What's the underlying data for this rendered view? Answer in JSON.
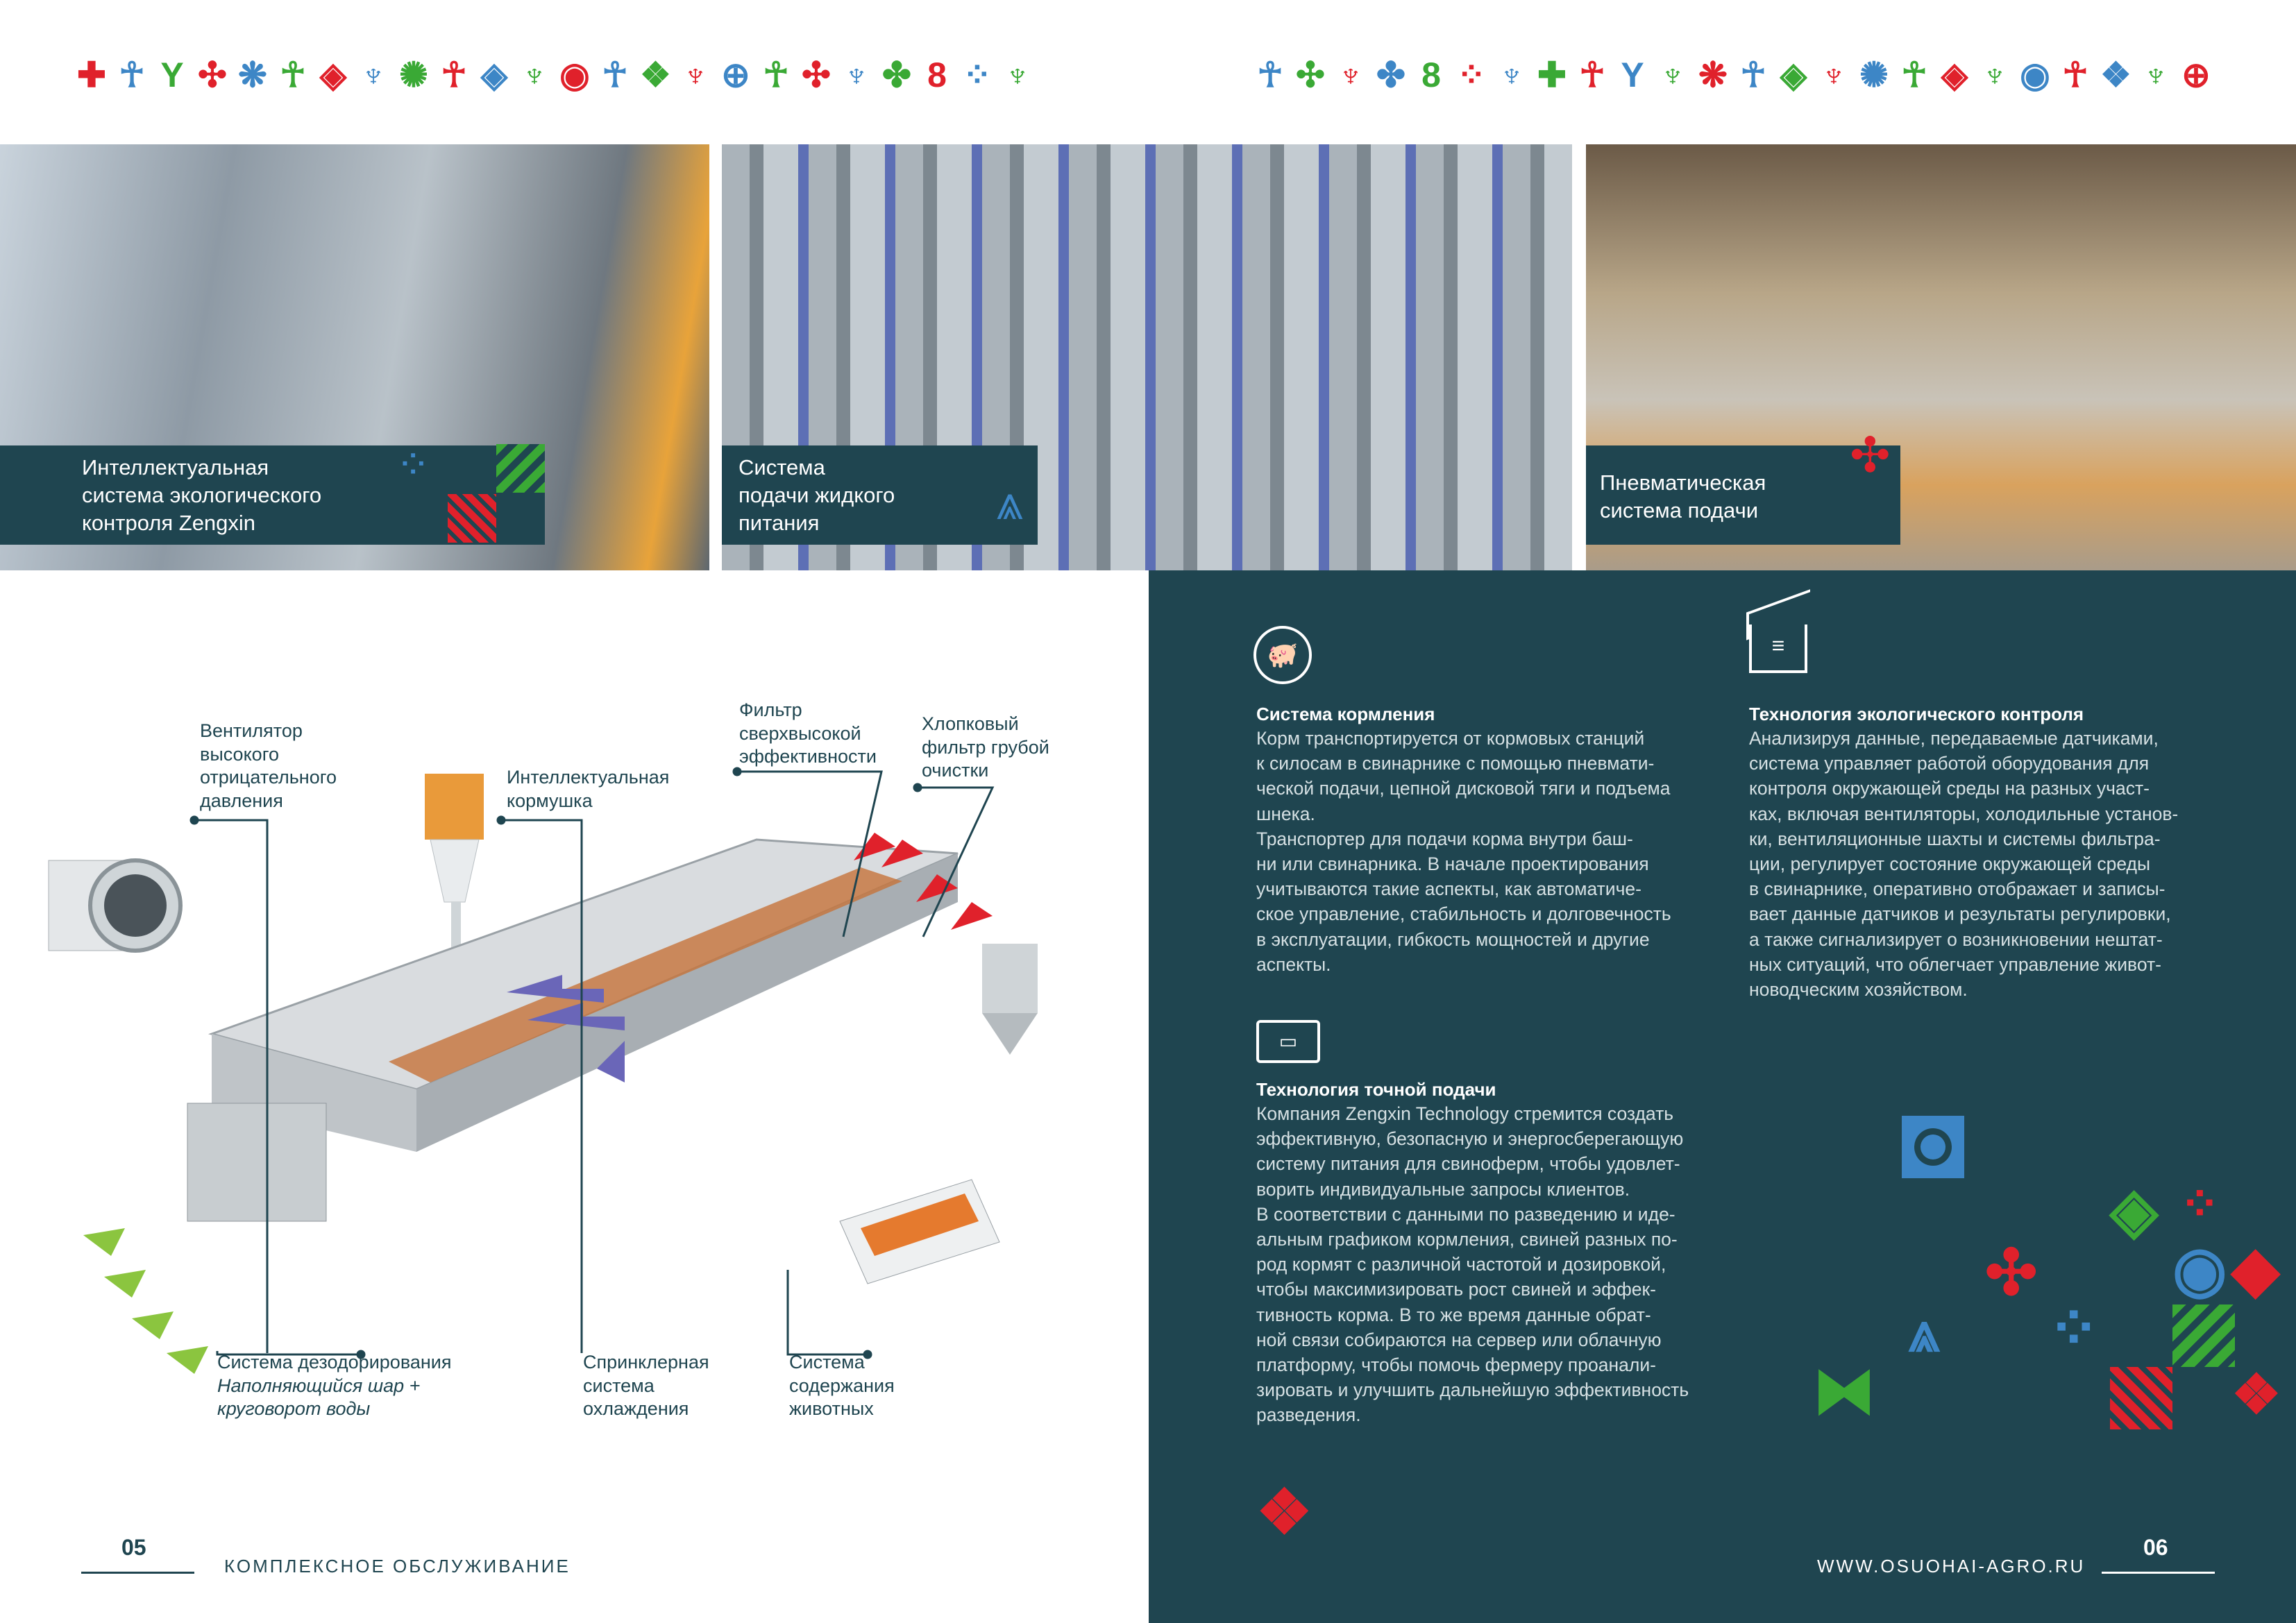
{
  "ornaments": {
    "left": [
      {
        "g": "✚",
        "c": "#e0212b"
      },
      {
        "g": "☥",
        "c": "#3d86c6"
      },
      {
        "g": "Y",
        "c": "#3aa935"
      },
      {
        "g": "✣",
        "c": "#e0212b"
      },
      {
        "g": "❋",
        "c": "#3d86c6"
      },
      {
        "g": "☥",
        "c": "#3aa935"
      },
      {
        "g": "◈",
        "c": "#e0212b"
      },
      {
        "g": "♆",
        "c": "#3d86c6"
      },
      {
        "g": "✺",
        "c": "#3aa935"
      },
      {
        "g": "☥",
        "c": "#e0212b"
      },
      {
        "g": "◈",
        "c": "#3d86c6"
      },
      {
        "g": "♆",
        "c": "#3aa935"
      },
      {
        "g": "◉",
        "c": "#e0212b"
      },
      {
        "g": "☥",
        "c": "#3d86c6"
      },
      {
        "g": "❖",
        "c": "#3aa935"
      },
      {
        "g": "♆",
        "c": "#e0212b"
      },
      {
        "g": "⊕",
        "c": "#3d86c6"
      },
      {
        "g": "☥",
        "c": "#3aa935"
      },
      {
        "g": "✣",
        "c": "#e0212b"
      },
      {
        "g": "♆",
        "c": "#3d86c6"
      },
      {
        "g": "✤",
        "c": "#3aa935"
      },
      {
        "g": "8",
        "c": "#e0212b"
      },
      {
        "g": "⁘",
        "c": "#3d86c6"
      },
      {
        "g": "♆",
        "c": "#3aa935"
      }
    ],
    "right": [
      {
        "g": "☥",
        "c": "#3d86c6"
      },
      {
        "g": "✣",
        "c": "#3aa935"
      },
      {
        "g": "♆",
        "c": "#e0212b"
      },
      {
        "g": "✤",
        "c": "#3d86c6"
      },
      {
        "g": "8",
        "c": "#3aa935"
      },
      {
        "g": "⁘",
        "c": "#e0212b"
      },
      {
        "g": "♆",
        "c": "#3d86c6"
      },
      {
        "g": "✚",
        "c": "#3aa935"
      },
      {
        "g": "☥",
        "c": "#e0212b"
      },
      {
        "g": "Y",
        "c": "#3d86c6"
      },
      {
        "g": "♆",
        "c": "#3aa935"
      },
      {
        "g": "❋",
        "c": "#e0212b"
      },
      {
        "g": "☥",
        "c": "#3d86c6"
      },
      {
        "g": "◈",
        "c": "#3aa935"
      },
      {
        "g": "♆",
        "c": "#e0212b"
      },
      {
        "g": "✺",
        "c": "#3d86c6"
      },
      {
        "g": "☥",
        "c": "#3aa935"
      },
      {
        "g": "◈",
        "c": "#e0212b"
      },
      {
        "g": "♆",
        "c": "#3aa935"
      },
      {
        "g": "◉",
        "c": "#3d86c6"
      },
      {
        "g": "☥",
        "c": "#e0212b"
      },
      {
        "g": "❖",
        "c": "#3d86c6"
      },
      {
        "g": "♆",
        "c": "#3aa935"
      },
      {
        "g": "⊕",
        "c": "#e0212b"
      }
    ]
  },
  "photos": [
    {
      "caption": "Интеллектуальная\nсистема экологического\nконтроля Zengxin"
    },
    {
      "caption": "Система\nподачи жидкого\nпитания"
    },
    {
      "caption": "Пневматическая\nсистема подачи"
    }
  ],
  "diagram": {
    "fan": "Вентилятор\nвысокого\nотрицательного\nдавления",
    "feeder": "Интеллектуальная\nкормушка",
    "hepa": "Фильтр\nсверхвысокой\nэффективности",
    "cotton": "Хлопковый\nфильтр грубой\nочистки",
    "deodor_title": "Система дезодорирования",
    "deodor_sub": "Наполняющийся шар +\nкруговорот воды",
    "sprinkler": "Спринклерная\nсистема\nохлаждения",
    "housing": "Система\nсодержания\nживотных"
  },
  "sections": {
    "feeding": {
      "title": "Система кормления",
      "text": "Корм транспортируется от кормовых станций\nк силосам в свинарнике с помощью пневмати-\nческой подачи, цепной дисковой тяги и подъема\nшнека.\nТранспортер для подачи корма внутри баш-\nни или свинарника. В начале проектирования\nучитываются такие аспекты, как автоматиче-\nское управление, стабильность и долговечность\nв эксплуатации, гибкость мощностей и другие\nаспекты."
    },
    "eco": {
      "title": "Технология экологического контроля",
      "text": "Анализируя данные, передаваемые датчиками,\nсистема управляет работой оборудования для\nконтроля окружающей среды на разных участ-\nках, включая вентиляторы, холодильные установ-\nки, вентиляционные шахты и системы фильтра-\nции, регулирует состояние окружающей среды\nв свинарнике, оперативно отображает и записы-\nвает данные датчиков и результаты регулировки,\nа также сигнализирует о возникновении нештат-\nных ситуаций, что облегчает управление живот-\nноводческим хозяйством."
    },
    "precision": {
      "title": "Технология точной подачи",
      "text": "Компания Zengxin Technology стремится создать\nэффективную, безопасную и энергосберегающую\nсистему питания для свиноферм, чтобы удовлет-\nворить индивидуальные запросы клиентов.\nВ соответствии с данными по разведению и иде-\nальным графиком кормления, свиней разных по-\nрод кормят с различной частотой и дозировкой,\nчтобы максимизировать рост свиней и эффек-\nтивность корма. В то же время данные обрат-\nной связи собираются на сервер или облачную\nплатформу, чтобы помочь фермеру проанали-\nзировать и улучшить дальнейшую эффективность\nразведения."
    }
  },
  "footer": {
    "left_page": "05",
    "left_text": "КОМПЛЕКСНОЕ ОБСЛУЖИВАНИЕ",
    "right_text": "WWW.OSUOHAI-AGRO.RU",
    "right_page": "06"
  },
  "colors": {
    "dark": "#1f4550",
    "red": "#e0212b",
    "blue": "#3d86c6",
    "green": "#3aa935"
  }
}
